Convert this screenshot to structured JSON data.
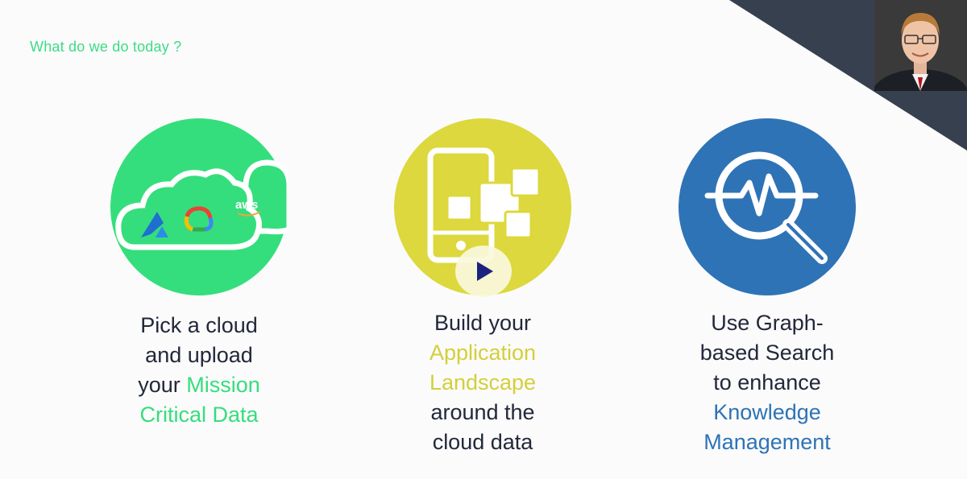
{
  "slide": {
    "title": "What do we do today ?"
  },
  "colors": {
    "green": "#35de7c",
    "yellow": "#dcd83d",
    "blue": "#2e73b6",
    "corner": "#37404f",
    "text": "#22283a"
  },
  "cards": [
    {
      "icon": "multi-cloud-icon",
      "cloud_label": "aws",
      "lines": [
        "Pick a cloud",
        "and upload",
        "your ",
        "Mission",
        "Critical Data"
      ]
    },
    {
      "icon": "app-landscape-icon",
      "lines": [
        "Build your",
        "Application",
        "Landscape",
        "around the",
        "cloud data"
      ]
    },
    {
      "icon": "graph-search-icon",
      "lines": [
        "Use Graph-",
        "based Search",
        "to enhance",
        "Knowledge",
        "Management"
      ]
    }
  ],
  "video": {
    "play_icon": "play-icon",
    "presenter": "presenter-webcam"
  }
}
